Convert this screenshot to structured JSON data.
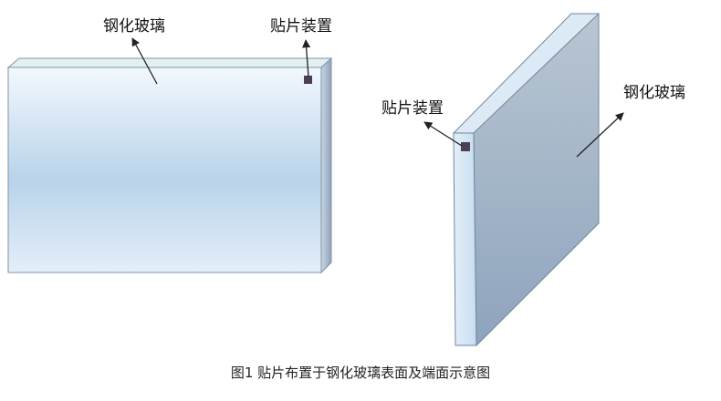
{
  "figure": {
    "caption": "图1 贴片布置于钢化玻璃表面及端面示意图",
    "left_view": {
      "glass_label": "钢化玻璃",
      "patch_label": "贴片装置"
    },
    "right_view": {
      "glass_label": "钢化玻璃",
      "patch_label": "贴片装置"
    },
    "colors": {
      "glass_face_top": "#eef5fb",
      "glass_face_mid": "#b9d3ea",
      "glass_side": "#9fb2c7",
      "glass_edge_top": "#e6f1f3",
      "panel_face": "#a8b8c8",
      "panel_edge": "#d7e6f5",
      "patch": "#4a3f55",
      "stroke": "#6f879f"
    }
  }
}
